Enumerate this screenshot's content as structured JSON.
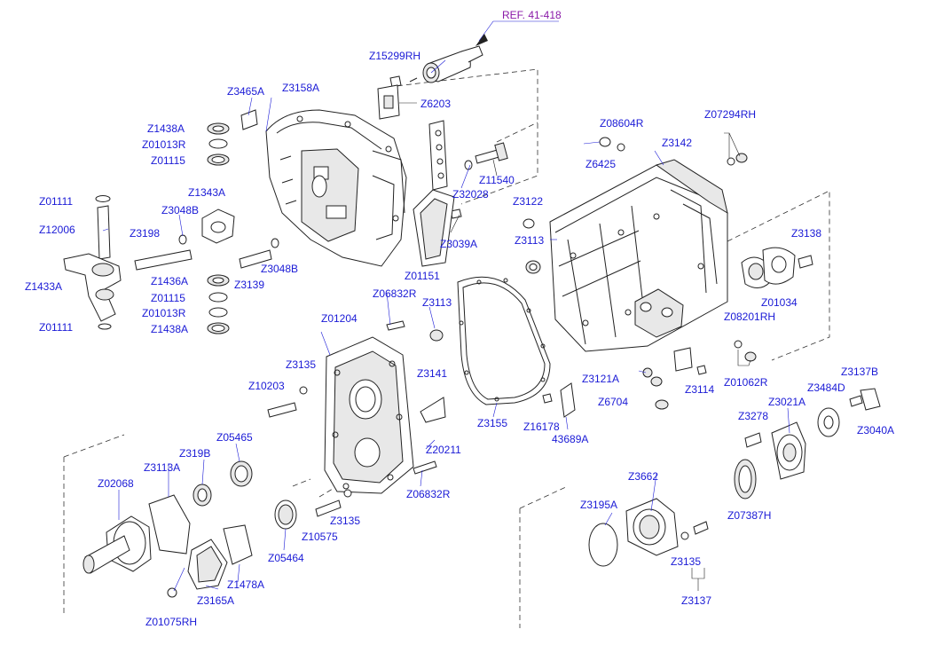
{
  "diagram": {
    "ref": "REF. 41-418",
    "labels": {
      "Z15299RH": "Z15299RH",
      "Z6203": "Z6203",
      "Z3465A": "Z3465A",
      "Z3158A": "Z3158A",
      "Z1438A_top": "Z1438A",
      "Z01013R_top": "Z01013R",
      "Z01115_top": "Z01115",
      "Z1343A": "Z1343A",
      "Z01111_top": "Z01111",
      "Z3048B_top": "Z3048B",
      "Z12006": "Z12006",
      "Z3198": "Z3198",
      "Z1433A": "Z1433A",
      "Z3048B_mid": "Z3048B",
      "Z1436A": "Z1436A",
      "Z3139": "Z3139",
      "Z01115_bot": "Z01115",
      "Z01013R_bot": "Z01013R",
      "Z01111_bot": "Z01111",
      "Z1438A_bot": "Z1438A",
      "Z11540": "Z11540",
      "Z32028": "Z32028",
      "Z3039A": "Z3039A",
      "Z01151": "Z01151",
      "Z08604R": "Z08604R",
      "Z07294RH": "Z07294RH",
      "Z3142": "Z3142",
      "Z6425": "Z6425",
      "Z3122": "Z3122",
      "Z3113_right": "Z3113",
      "Z3138": "Z3138",
      "Z01034": "Z01034",
      "Z08201RH": "Z08201RH",
      "Z06832R_top": "Z06832R",
      "Z3113_mid": "Z3113",
      "Z01204": "Z01204",
      "Z3135_left": "Z3135",
      "Z10203": "Z10203",
      "Z3141": "Z3141",
      "Z3155": "Z3155",
      "Z16178": "Z16178",
      "Z43689A": "43689A",
      "Z3121A": "Z3121A",
      "Z3114": "Z3114",
      "Z01062R": "Z01062R",
      "Z6704": "Z6704",
      "Z3137B": "Z3137B",
      "Z3484D": "Z3484D",
      "Z3021A": "Z3021A",
      "Z3278": "Z3278",
      "Z3040A": "Z3040A",
      "Z20211": "Z20211",
      "Z05465": "Z05465",
      "Z319B": "Z319B",
      "Z3113A": "Z3113A",
      "Z02068": "Z02068",
      "Z06832R_bot": "Z06832R",
      "Z3135_mid": "Z3135",
      "Z10575": "Z10575",
      "Z05464": "Z05464",
      "Z1478A": "Z1478A",
      "Z3165A": "Z3165A",
      "Z01075RH": "Z01075RH",
      "Z3662": "Z3662",
      "Z3195A": "Z3195A",
      "Z07387H": "Z07387H",
      "Z3135_right": "Z3135",
      "Z3137": "Z3137"
    }
  }
}
